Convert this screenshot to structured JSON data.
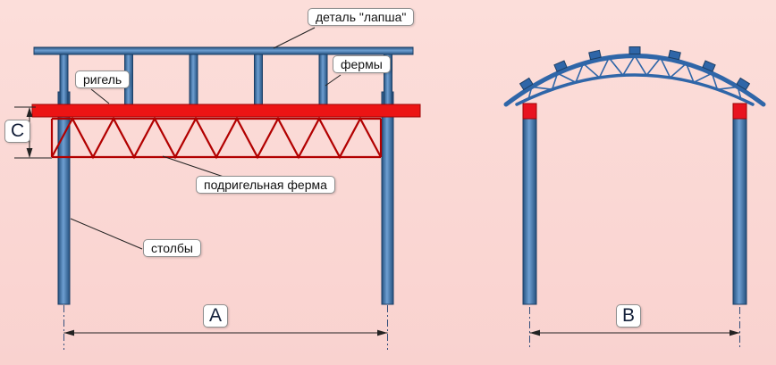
{
  "diagram": {
    "labels": {
      "detail_lapsha": "деталь \"лапша\"",
      "rigel": "ригель",
      "fermy": "фермы",
      "podrigelnaya_ferma": "подригельная ферма",
      "stolby": "столбы"
    },
    "dimensions": {
      "a": "А",
      "b": "В",
      "c": "С"
    },
    "colors": {
      "background": "#fbd8d5",
      "steel_blue": "#2f66a8",
      "steel_blue_dark": "#1c3f66",
      "beam_red": "#ec1414",
      "truss_red": "#b20000",
      "cap_red": "#e8131f",
      "dimension_line": "#222222",
      "centerline_dash": "#35507c"
    }
  }
}
